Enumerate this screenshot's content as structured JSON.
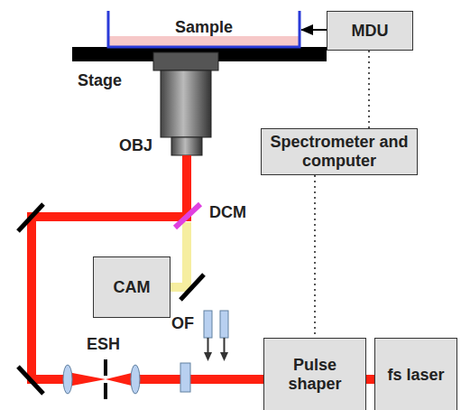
{
  "diagram": {
    "nodes": [
      {
        "text": [
          "Sample"
        ]
      },
      {
        "text": [
          "MDU"
        ]
      },
      {
        "text": [
          "Spectrometer and computer"
        ]
      },
      {
        "text": [
          "CAM"
        ]
      },
      {
        "text": [
          "Pulse shaper"
        ]
      },
      {
        "text": [
          "fs laser"
        ]
      }
    ],
    "edges": [
      {
        "from": 1,
        "to": 0,
        "arrow": "to"
      },
      {
        "from": 1,
        "to": 2,
        "arrow": "none"
      },
      {
        "from": 2,
        "to": 4,
        "arrow": "none"
      },
      {
        "from": 5,
        "to": 4,
        "arrow": "none"
      }
    ],
    "labels": [
      "Stage",
      "OBJ",
      "DCM",
      "ESH",
      "OF"
    ]
  }
}
